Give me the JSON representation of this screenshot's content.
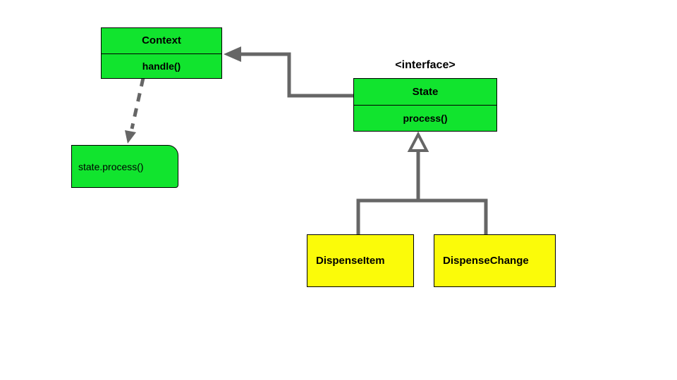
{
  "colors": {
    "canvas_bg": "#ffffff",
    "class_fill": "#11E42E",
    "concrete_fill": "#FBFB09",
    "line_color": "#666666",
    "border_color": "#000000"
  },
  "nodes": {
    "context": {
      "title": "Context",
      "method": "handle()"
    },
    "state": {
      "stereotype": "<interface>",
      "title": "State",
      "method": "process()"
    },
    "note": {
      "text": "state.process()"
    },
    "dispense_item": {
      "label": "DispenseItem"
    },
    "dispense_change": {
      "label": "DispenseChange"
    }
  },
  "connectors": [
    {
      "from": "State",
      "to": "Context",
      "style": "solid-arrow"
    },
    {
      "from": "Context",
      "to": "state.process() note",
      "style": "dashed-arrow"
    },
    {
      "from": "DispenseItem",
      "to": "State",
      "style": "inheritance-hollow-triangle"
    },
    {
      "from": "DispenseChange",
      "to": "State",
      "style": "inheritance-hollow-triangle"
    }
  ]
}
